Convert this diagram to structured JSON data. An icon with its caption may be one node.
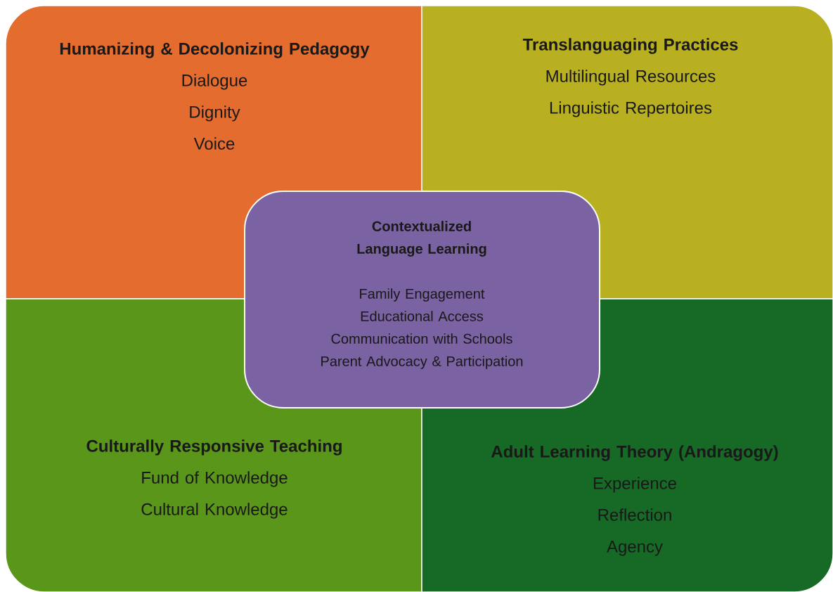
{
  "diagram": {
    "nodes": [
      {
        "text": [
          "Humanizing & Decolonizing Pedagogy",
          "Dialogue",
          "Dignity",
          "Voice"
        ]
      },
      {
        "text": [
          "Translanguaging Practices",
          "Multilingual Resources",
          "Linguistic Repertoires"
        ]
      },
      {
        "text": [
          "Contextualized Language Learning",
          "Family Engagement",
          "Educational Access",
          "Communication with Schools",
          "Parent Advocacy & Participation"
        ]
      },
      {
        "text": [
          "Culturally Responsive Teaching",
          "Fund of Knowledge",
          "Cultural Knowledge"
        ]
      },
      {
        "text": [
          "Adult Learning Theory (Andragogy)",
          "Experience",
          "Reflection",
          "Agency"
        ]
      }
    ]
  }
}
